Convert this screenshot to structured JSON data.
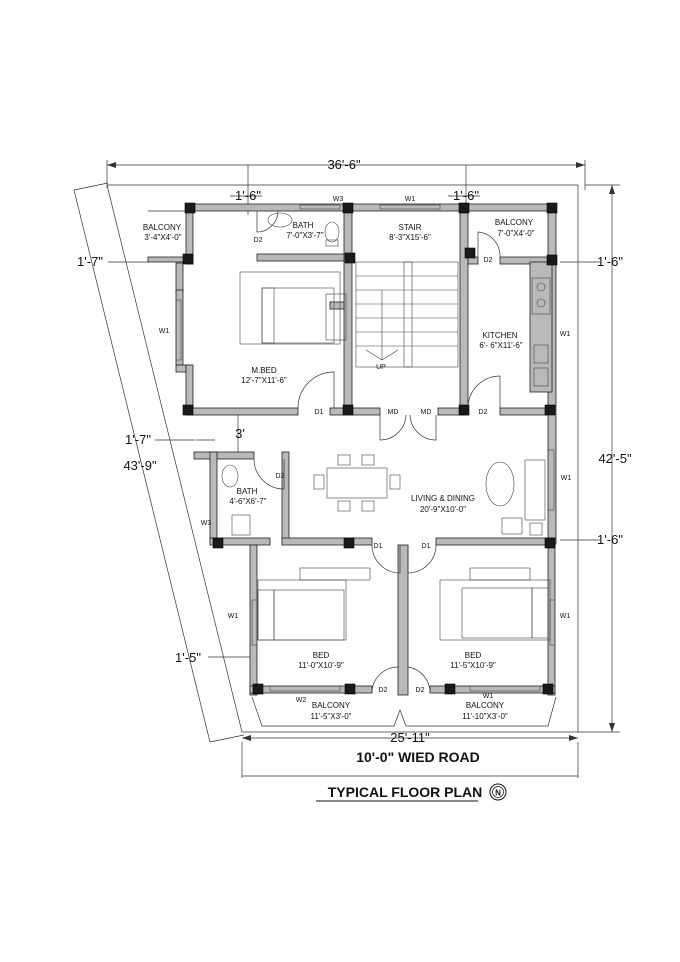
{
  "title": "TYPICAL FLOOR PLAN",
  "road": "10'-0\" WIED ROAD",
  "north_symbol": "north-arrow",
  "dimensions": {
    "top_overall": "36'-6\"",
    "top_left_offset": "1'-6\"",
    "top_right_offset": "1'-6\"",
    "left_upper": "1'-7\"",
    "left_middle": "1'-7\"",
    "left_overall": "43'-9\"",
    "left_lower": "1'-5\"",
    "right_upper": "1'-6\"",
    "right_overall": "42'-5\"",
    "right_lower": "1'-6\"",
    "bottom_overall": "25'-11\"",
    "passage": "3'"
  },
  "rooms": {
    "balcony_top_left": {
      "name": "BALCONY",
      "size": "3'-4\"X4'-0\""
    },
    "bath_top": {
      "name": "BATH",
      "size": "7'-0\"X3'-7\""
    },
    "stair": {
      "name": "STAIR",
      "size": "8'-3\"X15'-6\"",
      "up": "UP"
    },
    "balcony_top_right": {
      "name": "BALCONY",
      "size": "7'-0\"X4'-0\""
    },
    "kitchen": {
      "name": "KITCHEN",
      "size": "6'- 6\"X11'-6\""
    },
    "master_bed": {
      "name": "M.BED",
      "size": "12'-7\"X11'-6\""
    },
    "bath_left": {
      "name": "BATH",
      "size": "4'-6\"X6'-7\""
    },
    "living": {
      "name": "LIVING & DINING",
      "size": "20'-9\"X10'-0\""
    },
    "bed_left": {
      "name": "BED",
      "size": "11'-0\"X10'-9\""
    },
    "bed_right": {
      "name": "BED",
      "size": "11'-5\"X10'-9\""
    },
    "balcony_bottom_left": {
      "name": "BALCONY",
      "size": "11'-5\"X3'-0\""
    },
    "balcony_bottom_right": {
      "name": "BALCONY",
      "size": "11'-10\"X3'-0\""
    }
  },
  "tags": {
    "w3_top": "W3",
    "w1_top": "W1",
    "d2_bath": "D2",
    "d2_balcony_right": "D2",
    "w1_mbed": "W1",
    "w1_kitchen": "W1",
    "d1_mbed": "D1",
    "md_left": "MD",
    "md_right": "MD",
    "d2_kitchen": "D2",
    "d2_bath_left": "D2",
    "w3_bath_left": "W3",
    "w1_living": "W1",
    "d1_bed_left": "D1",
    "d1_bed_right": "D1",
    "w1_bed_left": "W1",
    "w1_bed_right": "W1",
    "w2_bottom": "W2",
    "d2_bottom_left": "D2",
    "d2_bottom_right": "D2",
    "w1_bottom": "W1"
  }
}
